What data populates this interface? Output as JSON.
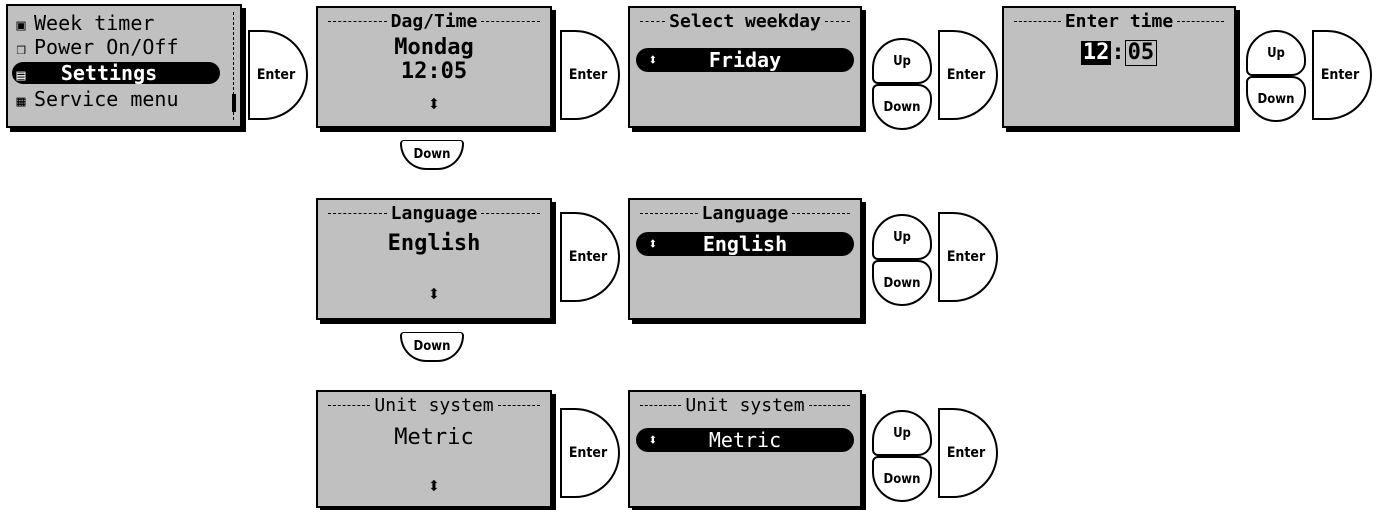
{
  "main_menu": {
    "items": [
      {
        "icon": "▣",
        "label": "Week timer"
      },
      {
        "icon": "❒",
        "label": "Power On/Off"
      },
      {
        "icon": "▤",
        "label": "Settings"
      },
      {
        "icon": "▦",
        "label": "Service menu"
      }
    ],
    "selected_index": 2
  },
  "buttons": {
    "enter": "Enter",
    "up": "Up",
    "down": "Down"
  },
  "row1": {
    "dagtime": {
      "title": "Dag/Time",
      "line1": "Mondag",
      "line2": "12:05"
    },
    "weekday": {
      "title": "Select weekday",
      "value": "Friday"
    },
    "time": {
      "title": "Enter time",
      "hour": "12",
      "sep": ":",
      "minute": "05"
    }
  },
  "row2": {
    "language_view": {
      "title": "Language",
      "value": "English"
    },
    "language_select": {
      "title": "Language",
      "value": "English"
    }
  },
  "row3": {
    "unit_view": {
      "title": "Unit system",
      "value": "Metric"
    },
    "unit_select": {
      "title": "Unit system",
      "value": "Metric"
    }
  },
  "arrow_glyph": "⬍"
}
